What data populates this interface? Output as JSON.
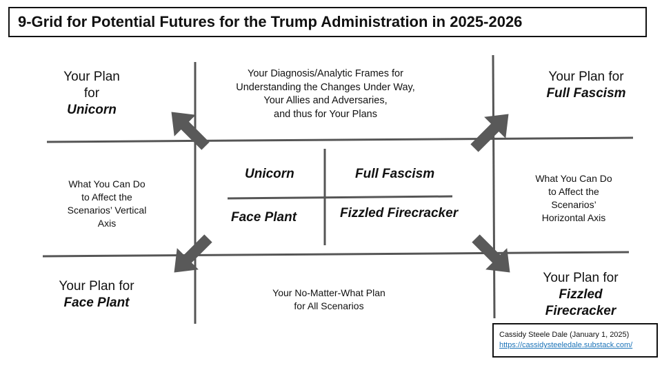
{
  "title": "9-Grid for Potential Futures for the Trump Administration in 2025-2026",
  "top_left": {
    "line1": "Your Plan",
    "line2": "for",
    "line3": "Unicorn"
  },
  "top_center": {
    "line1": "Your Diagnosis/Analytic Frames for",
    "line2": "Understanding the Changes Under Way,",
    "line3": "Your Allies and Adversaries,",
    "line4": "and thus for Your Plans"
  },
  "top_right": {
    "line1": "Your Plan for",
    "line2": "Full Fascism"
  },
  "mid_left": {
    "line1": "What You Can Do",
    "line2": "to Affect the",
    "line3": "Scenarios’ Vertical",
    "line4": "Axis"
  },
  "center": {
    "top_left": "Unicorn",
    "top_right": "Full Fascism",
    "bottom_left": "Face Plant",
    "bottom_right": "Fizzled Firecracker"
  },
  "mid_right": {
    "line1": "What You Can Do",
    "line2": "to Affect the",
    "line3": "Scenarios’",
    "line4": "Horizontal Axis"
  },
  "bottom_left": {
    "line1": "Your Plan for",
    "line2": "Face Plant"
  },
  "bottom_center": {
    "line1": "Your No-Matter-What Plan",
    "line2": "for All Scenarios"
  },
  "bottom_right": {
    "line1": "Your Plan for",
    "line2": "Fizzled",
    "line3": "Firecracker"
  },
  "credit": {
    "author": "Cassidy Steele Dale (January 1, 2025)",
    "url": "https://cassidysteeledale.substack.com/"
  },
  "colors": {
    "lines": "#555555",
    "arrows": "#595959",
    "link": "#1b73b8"
  },
  "icons": [
    "arrow-up-left-icon",
    "arrow-up-right-icon",
    "arrow-down-left-icon",
    "arrow-down-right-icon"
  ]
}
